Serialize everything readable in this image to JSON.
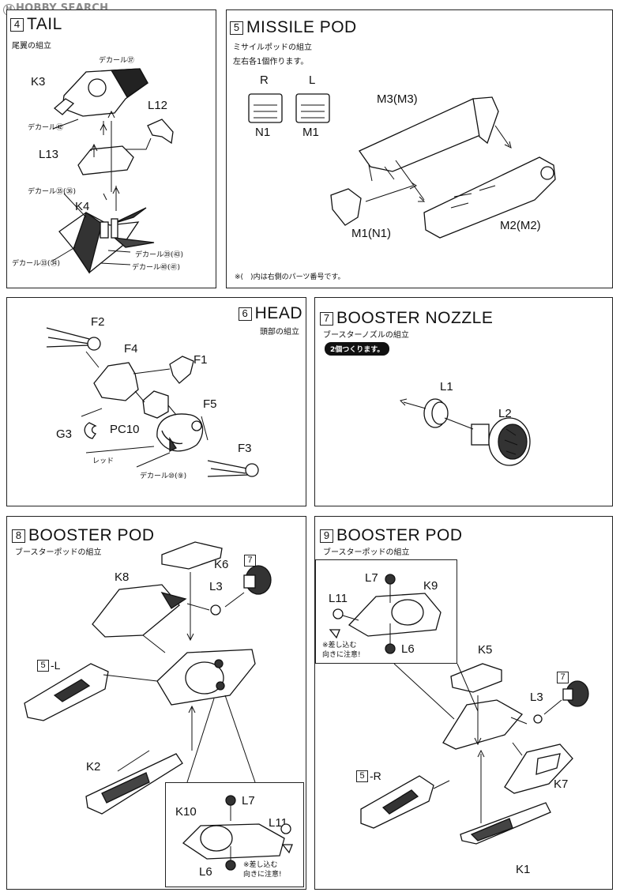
{
  "watermark": "HOBBY SEARCH",
  "watermark_logo": "H",
  "steps": {
    "tail": {
      "num": "4",
      "title": "TAIL",
      "subtitle": "尾翼の組立",
      "parts": [
        "K3",
        "L12",
        "L13",
        "K4"
      ],
      "decals": [
        "デカール㊲",
        "デカール㊷",
        "デカール㉟(㊱)",
        "デカール㉝(㉞)",
        "デカール㊴(㊸)",
        "デカール㊵(㊶)"
      ]
    },
    "missile": {
      "num": "5",
      "title": "MISSILE POD",
      "subtitle": "ミサイルポッドの組立",
      "note": "左右各1個作ります。",
      "parts": {
        "r": "R",
        "l": "L",
        "n1": "N1",
        "m1": "M1",
        "m3": "M3(M3)",
        "m1n1": "M1(N1)",
        "m2": "M2(M2)"
      },
      "footnote": "※(　)内は右側のパーツ番号です。"
    },
    "head": {
      "num": "6",
      "title": "HEAD",
      "subtitle": "頭部の組立",
      "parts": [
        "F2",
        "F4",
        "F1",
        "G3",
        "PC10",
        "F5",
        "F3"
      ],
      "decal": "デカール⑩(⑨)",
      "red": "レッド"
    },
    "nozzle": {
      "num": "7",
      "title": "BOOSTER NOZZLE",
      "subtitle": "ブースターノズルの組立",
      "badge": "2個つくります。",
      "parts": [
        "L1",
        "L2"
      ]
    },
    "pod8": {
      "num": "8",
      "title": "BOOSTER POD",
      "subtitle": "ブースターポッドの組立",
      "parts": {
        "k8": "K8",
        "k6": "K6",
        "l3": "L3",
        "ref7": "7",
        "ref5": "5",
        "ref5_suffix": "-L",
        "k2": "K2",
        "k10": "K10",
        "l7": "L7",
        "l11": "L11",
        "l6": "L6"
      },
      "note": "※差し込む\n向きに注意!"
    },
    "pod9": {
      "num": "9",
      "title": "BOOSTER POD",
      "subtitle": "ブースターポッドの組立",
      "parts": {
        "l7": "L7",
        "k9": "K9",
        "l11": "L11",
        "l6": "L6",
        "k5": "K5",
        "ref7": "7",
        "l3": "L3",
        "ref5": "5",
        "ref5_suffix": "-R",
        "k7": "K7",
        "k1": "K1"
      },
      "note": "※差し込む\n向きに注意!"
    }
  }
}
